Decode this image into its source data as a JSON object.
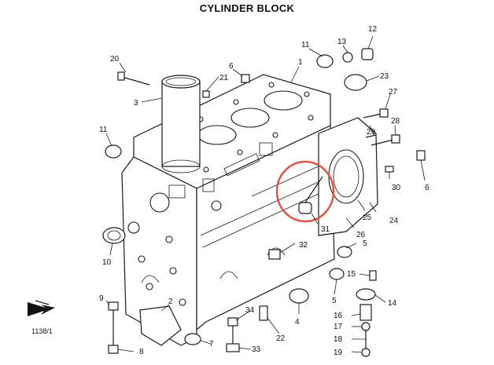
{
  "title": "CYLINDER BLOCK",
  "figure_ref": "1138/1",
  "highlight_color": "#e05040",
  "callouts": [
    "1",
    "2",
    "3",
    "4",
    "5",
    "5",
    "5",
    "6",
    "6",
    "7",
    "8",
    "9",
    "10",
    "11",
    "11",
    "12",
    "13",
    "14",
    "15",
    "16",
    "17",
    "18",
    "19",
    "20",
    "21",
    "22",
    "23",
    "24",
    "25",
    "26",
    "27",
    "28",
    "29",
    "30",
    "31",
    "32",
    "33",
    "34"
  ]
}
